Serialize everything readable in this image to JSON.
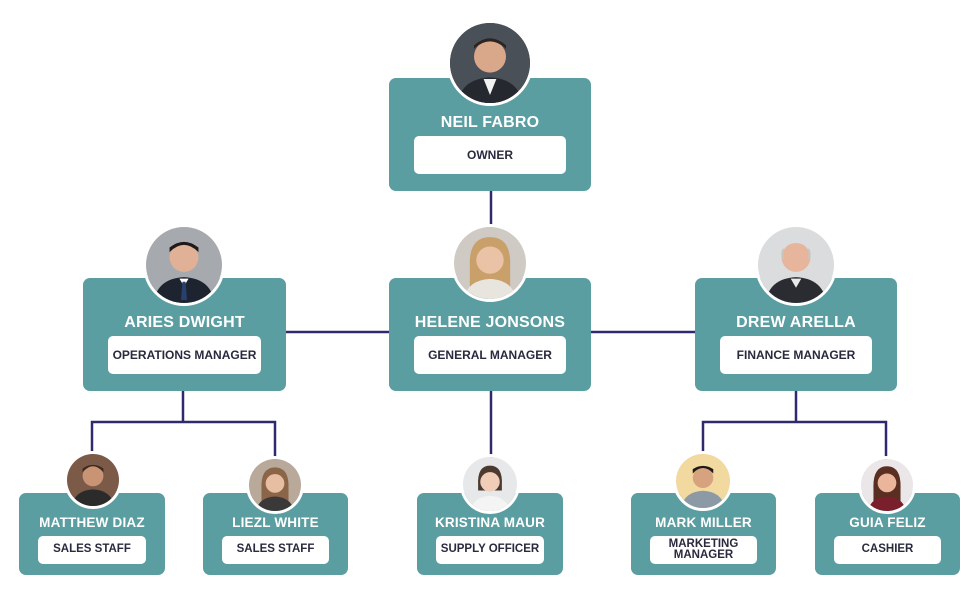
{
  "colors": {
    "card": "#5b9ea1",
    "line": "#2f2a6b",
    "role_text": "#2a2a3e"
  },
  "people": {
    "owner": {
      "name": "NEIL FABRO",
      "role": "OWNER",
      "avatar": "man-suit-avatar-icon"
    },
    "ops": {
      "name": "ARIES DWIGHT",
      "role": "OPERATIONS MANAGER",
      "avatar": "man-suit-tie-avatar-icon"
    },
    "gm": {
      "name": "HELENE JONSONS",
      "role": "GENERAL MANAGER",
      "avatar": "woman-blonde-avatar-icon"
    },
    "finance": {
      "name": "DREW ARELLA",
      "role": "FINANCE MANAGER",
      "avatar": "man-bald-avatar-icon"
    },
    "sales1": {
      "name": "MATTHEW DIAZ",
      "role": "SALES STAFF",
      "avatar": "man-avatar-icon"
    },
    "sales2": {
      "name": "LIEZL WHITE",
      "role": "SALES STAFF",
      "avatar": "woman-avatar-icon"
    },
    "supply": {
      "name": "KRISTINA MAUR",
      "role": "SUPPLY OFFICER",
      "avatar": "woman-dark-hair-avatar-icon"
    },
    "marketing": {
      "name": "MARK MILLER",
      "role": "MARKETING MANAGER",
      "role_line1": "MARKETING",
      "role_line2": "MANAGER",
      "avatar": "man-young-avatar-icon"
    },
    "cashier": {
      "name": "GUIA FELIZ",
      "role": "CASHIER",
      "avatar": "woman-brunette-avatar-icon"
    }
  }
}
